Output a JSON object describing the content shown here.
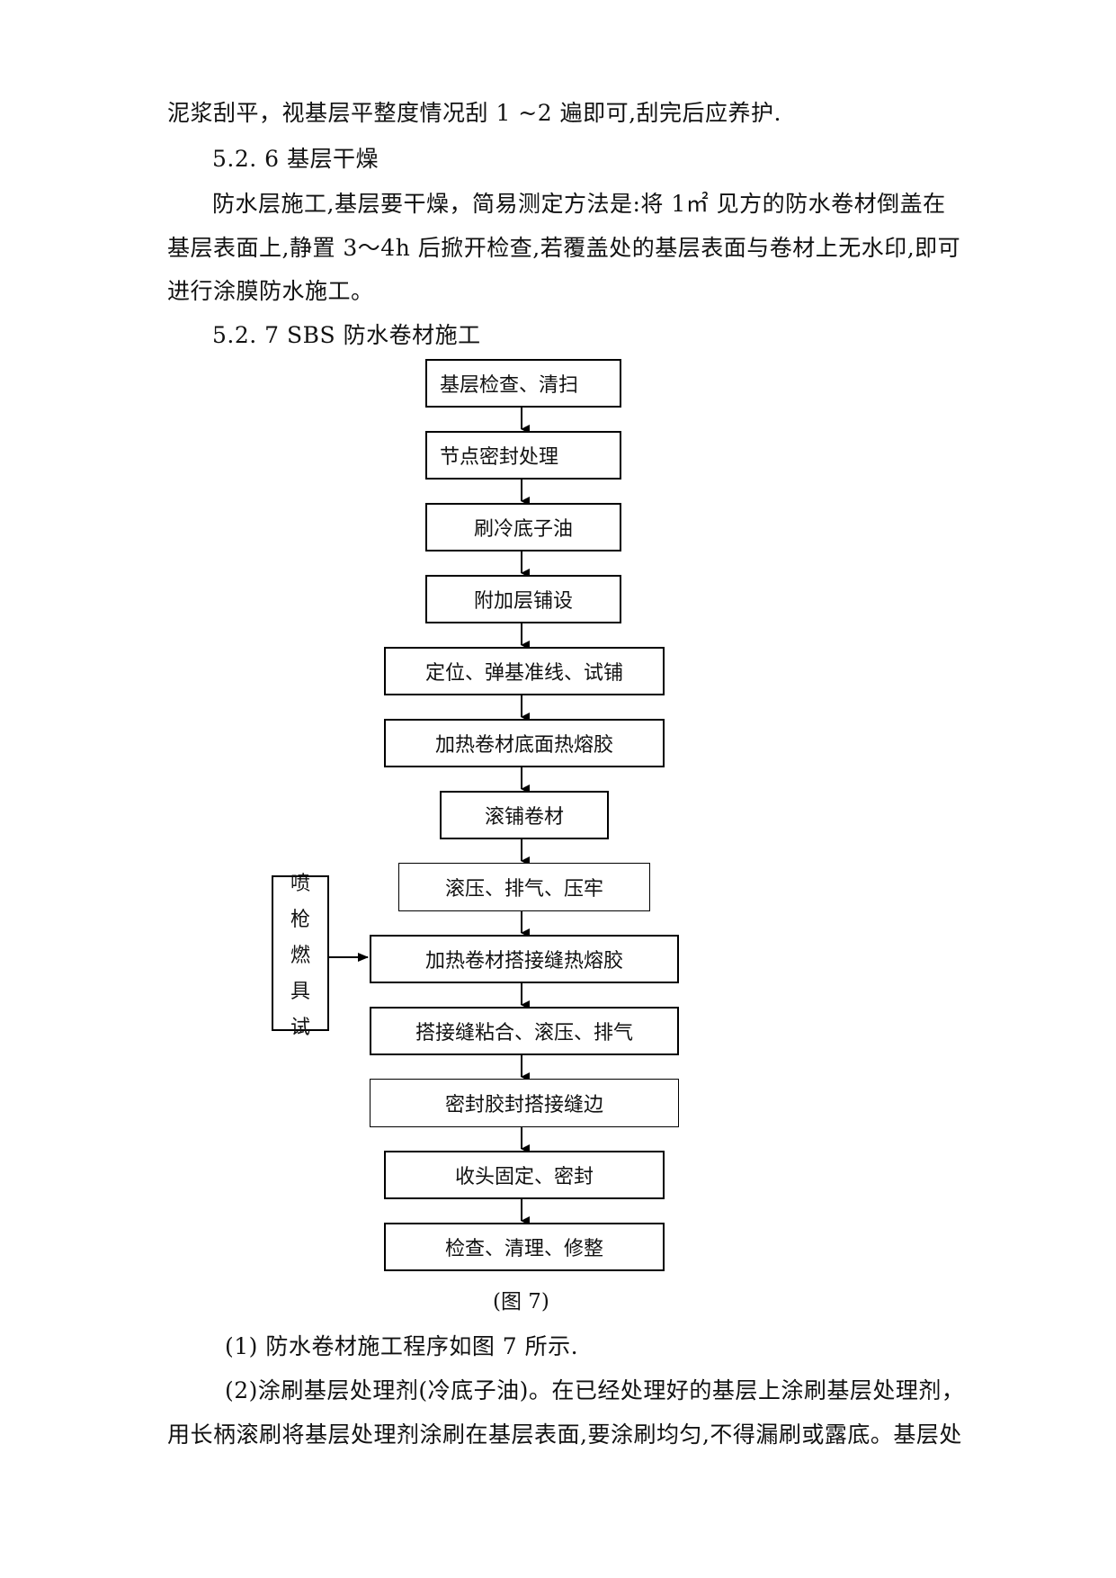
{
  "paragraphs": {
    "line1": "泥浆刮平，视基层平整度情况刮 1 ~2  遍即可,刮完后应养护.",
    "heading_526": "5.2. 6  基层干燥",
    "line3": "防水层施工,基层要干燥，简易测定方法是:将  1㎡  见方的防水卷材倒盖在",
    "line4": "基层表面上,静置 3～4h 后掀开检查,若覆盖处的基层表面与卷材上无水印,即可",
    "line5": "进行涂膜防水施工。",
    "heading_527": "5.2. 7 SBS 防水卷材施工",
    "item1": "(1)  防水卷材施工程序如图 7 所示.",
    "item2": "(2)涂刷基层处理剂(冷底子油)。在已经处理好的基层上涂刷基层处理剂，",
    "item2_cont": "用长柄滚刷将基层处理剂涂刷在基层表面,要涂刷均匀,不得漏刷或露底。基层处"
  },
  "flowchart": {
    "steps": [
      "基层检查、清扫",
      "节点密封处理",
      "刷冷底子油",
      "附加层铺设",
      "定位、弹基准线、试铺",
      "加热卷材底面热熔胶",
      "滚铺卷材",
      "滚压、排气、压牢",
      "加热卷材搭接缝热熔胶",
      "搭接缝粘合、滚压、排气",
      "密封胶封搭接缝边",
      "收头固定、密封",
      "检查、清理、修整"
    ],
    "side_box": [
      "喷",
      "枪",
      "燃",
      "具",
      "试"
    ],
    "caption": "(图 7)"
  }
}
